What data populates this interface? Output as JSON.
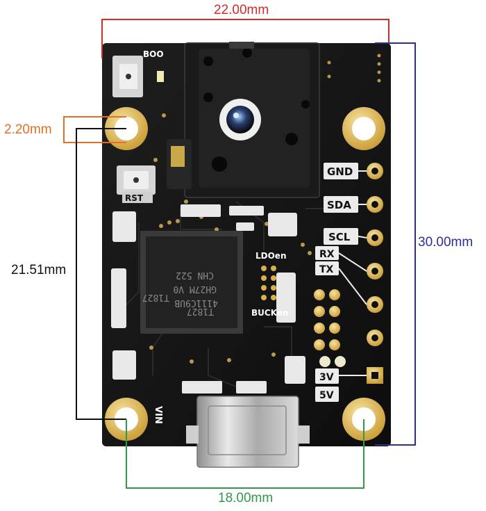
{
  "dimensions": {
    "top_width": "22.00mm",
    "right_height": "30.00mm",
    "left_hole_diameter": "2.20mm",
    "left_hole_spacing": "21.51mm",
    "bottom_hole_spacing": "18.00mm"
  },
  "dimension_colors": {
    "top": "#d62a2a",
    "right": "#2b2f8f",
    "left_small": "#e0702a",
    "left_spacing": "#111111",
    "bottom": "#2f9a4a"
  },
  "board": {
    "pcb_color": "#151515",
    "pad_color": "#d9b24c",
    "buttons": {
      "boot": "BOO",
      "reset": "RST"
    },
    "pin_labels": [
      "GND",
      "SDA",
      "SCL"
    ],
    "uart_labels": [
      "RX",
      "TX"
    ],
    "power_labels": [
      "3V",
      "5V"
    ],
    "vin_label": "VIN",
    "regulator_labels": [
      "LDOen",
      "BUCKen"
    ],
    "chip_marking": [
      "T1827",
      "4111C9UB",
      "GH27M V0",
      "CHN 522"
    ],
    "sensor_module": "camera-sensor",
    "usb_connector": "usb-c-connector"
  }
}
